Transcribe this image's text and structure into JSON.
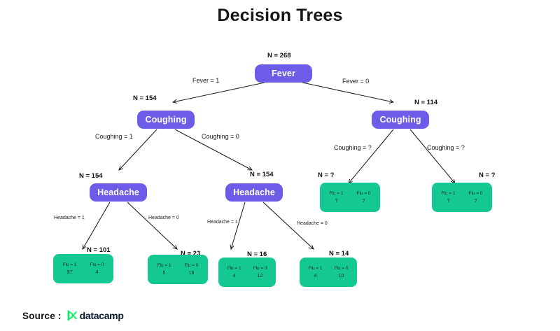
{
  "page": {
    "title": "Decision Trees",
    "background": "#ffffff"
  },
  "colors": {
    "decision_node": "#6c5ce7",
    "leaf_node": "#13c891",
    "edge": "#1d1d1f",
    "text": "#111111",
    "brand_green": "#03ef62"
  },
  "chart_data": {
    "type": "diagram",
    "title": "Decision Trees",
    "nodes": [
      {
        "id": "root",
        "label": "Fever",
        "kind": "decision",
        "n": "N = 268"
      },
      {
        "id": "l1",
        "label": "Coughing",
        "kind": "decision",
        "n": "N = 154"
      },
      {
        "id": "r1",
        "label": "Coughing",
        "kind": "decision",
        "n": "N = 114"
      },
      {
        "id": "l2",
        "label": "Headache",
        "kind": "decision",
        "n": "N = 154"
      },
      {
        "id": "l3",
        "label": "Headache",
        "kind": "decision",
        "n": "N = 154"
      },
      {
        "id": "leaf1",
        "kind": "leaf",
        "n": "N = 101",
        "flu1_label": "Flu = 1",
        "flu0_label": "Flu = 0",
        "flu1_value": "97",
        "flu0_value": "4"
      },
      {
        "id": "leaf2",
        "kind": "leaf",
        "n": "N = 23",
        "flu1_label": "Flu = 1",
        "flu0_label": "Flu = 0",
        "flu1_value": "5",
        "flu0_value": "18"
      },
      {
        "id": "leaf3",
        "kind": "leaf",
        "n": "N = 16",
        "flu1_label": "Flu = 1",
        "flu0_label": "Flu = 0",
        "flu1_value": "4",
        "flu0_value": "12"
      },
      {
        "id": "leaf4",
        "kind": "leaf",
        "n": "N = 14",
        "flu1_label": "Flu = 1",
        "flu0_label": "Flu = 0",
        "flu1_value": "4",
        "flu0_value": "10"
      },
      {
        "id": "leaf5",
        "kind": "leaf",
        "n": "N = ?",
        "flu1_label": "Flu = 1",
        "flu0_label": "Flu = 0",
        "flu1_value": "?",
        "flu0_value": "?"
      },
      {
        "id": "leaf6",
        "kind": "leaf",
        "n": "N = ?",
        "flu1_label": "Flu = 1",
        "flu0_label": "Flu = 0",
        "flu1_value": "?",
        "flu0_value": "?"
      }
    ],
    "edges": [
      {
        "from": "root",
        "to": "l1",
        "label": "Fever = 1"
      },
      {
        "from": "root",
        "to": "r1",
        "label": "Fever = 0"
      },
      {
        "from": "l1",
        "to": "l2",
        "label": "Coughing = 1"
      },
      {
        "from": "l1",
        "to": "l3",
        "label": "Coughing = 0"
      },
      {
        "from": "r1",
        "to": "leaf5",
        "label": "Coughing = ?"
      },
      {
        "from": "r1",
        "to": "leaf6",
        "label": "Coughing = ?"
      },
      {
        "from": "l2",
        "to": "leaf1",
        "label": "Headache = 1"
      },
      {
        "from": "l2",
        "to": "leaf2",
        "label": "Headache = 0"
      },
      {
        "from": "l3",
        "to": "leaf3",
        "label": "Headache = 1"
      },
      {
        "from": "l3",
        "to": "leaf4",
        "label": "Headache = 0"
      }
    ]
  },
  "footer": {
    "source_label": "Source :",
    "brand_name": "datacamp",
    "brand_icon": "datacamp-logo-icon"
  }
}
